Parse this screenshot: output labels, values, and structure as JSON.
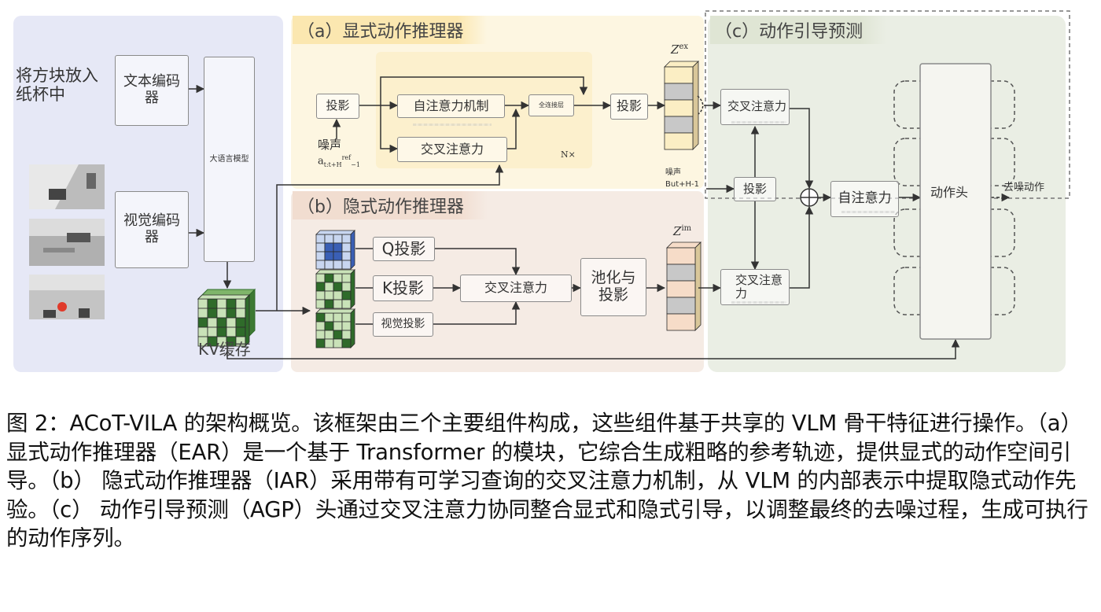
{
  "diagram": {
    "left": {
      "instruction": "将方块放入纸杯中",
      "text_encoder": "文本编码器",
      "vision_encoder": "视觉编码器",
      "llm": "大语言模型",
      "kv_cache": "KV缓存"
    },
    "ear": {
      "title": "（a）显式动作推理器",
      "proj_in": "投影",
      "noise": "噪声",
      "noise_var": "a",
      "noise_sub": "t:t+H",
      "noise_sup": "ref",
      "noise_tail": "−1",
      "self_attn": "自注意力机制",
      "fc": "全连接层",
      "cross_attn": "交叉注意力",
      "repeat": "N×",
      "proj_out": "投影",
      "z_base": "Z",
      "z_sup": "ex"
    },
    "iar": {
      "title": "（b）隐式动作推理器",
      "q_proj": "Q投影",
      "k_proj": "K投影",
      "v_proj": "视觉投影",
      "cross_attn": "交叉注意力",
      "pool": "池化与投影",
      "z_base": "Z",
      "z_sup": "im"
    },
    "agp": {
      "title": "（c）动作引导预测",
      "cross_attn_top": "交叉注意力",
      "noise": "噪声",
      "noise_expr": "But+H-1",
      "proj": "投影",
      "cross_attn_bottom": "交叉注意力",
      "self_attn": "自注意力",
      "action_head": "动作头",
      "denoised": "去噪动作"
    },
    "colors": {
      "left_panel": "#e6e8f6",
      "ear_panel": "#fdf6e1",
      "iar_panel": "#f5ebe4",
      "agp_panel": "#eaeee4",
      "green_dark": "#2f6b2a",
      "green_light": "#c9e2b8",
      "blue_dark": "#3a5fb5",
      "blue_light": "#c8d6f0"
    }
  },
  "caption": "图 2：ACoT-VILA 的架构概览。该框架由三个主要组件构成，这些组件基于共享的 VLM 骨干特征进行操作。（a） 显式动作推理器（EAR）是一个基于 Transformer 的模块，它综合生成粗略的参考轨迹，提供显式的动作空间引导。（b） 隐式动作推理器（IAR）采用带有可学习查询的交叉注意力机制，从 VLM 的内部表示中提取隐式动作先验。（c） 动作引导预测（AGP）头通过交叉注意力协同整合显式和隐式引导，以调整最终的去噪过程，生成可执行的动作序列。"
}
